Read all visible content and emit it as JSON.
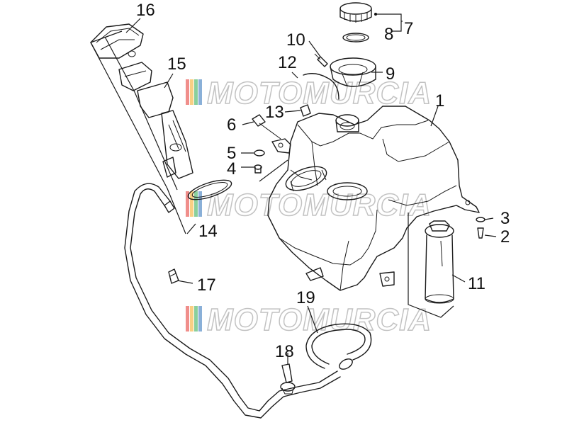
{
  "watermark": {
    "text": "MOTOMURCIA",
    "stripe_colors": [
      "#e4322b",
      "#f4a81d",
      "#2aa84a",
      "#2a6fb8"
    ]
  },
  "callouts": {
    "c1": "1",
    "c2": "2",
    "c3": "3",
    "c4": "4",
    "c5": "5",
    "c6": "6",
    "c7": "7",
    "c8": "8",
    "c9": "9",
    "c10": "10",
    "c11": "11",
    "c12": "12",
    "c13": "13",
    "c14": "14",
    "c15": "15",
    "c16": "16",
    "c17": "17",
    "c18": "18",
    "c19": "19"
  }
}
